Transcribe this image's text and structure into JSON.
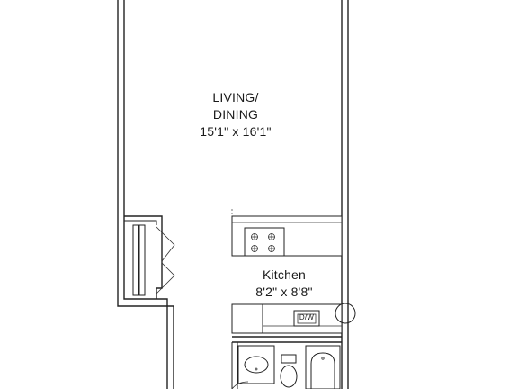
{
  "plan": {
    "rooms": [
      {
        "id": "living-dining",
        "name_line1": "LIVING/",
        "name_line2": "DINING",
        "dimensions": "15'1\" x 16'1\""
      },
      {
        "id": "kitchen",
        "name": "Kitchen",
        "dimensions": "8'2\"  x 8'8\""
      }
    ],
    "appliance_labels": {
      "dishwasher": "D/W"
    }
  }
}
